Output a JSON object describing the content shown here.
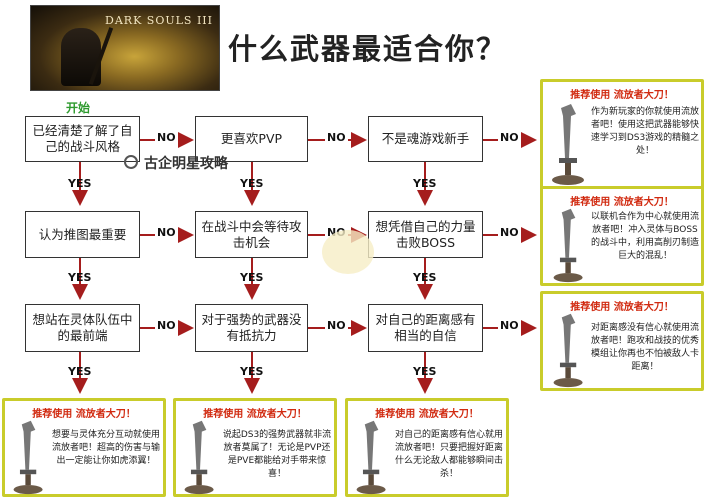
{
  "banner": {
    "logo": "DARK SOULS III"
  },
  "title": "什么武器最适合你？",
  "start_label": "开始",
  "watermark": "古企明星攻略",
  "colors": {
    "arrow": "#a51d1d",
    "card_border": "#c9cc2b",
    "rec_text": "#d12a10",
    "start": "#2e9a2e"
  },
  "nodes": {
    "r1c1": "已经清楚了解了自己的战斗风格",
    "r1c2": "更喜欢PVP",
    "r1c3": "不是魂游戏新手",
    "r2c1": "认为推图最重要",
    "r2c2": "在战斗中会等待攻击机会",
    "r2c3": "想凭借自己的力量击败BOSS",
    "r3c1": "想站在灵体队伍中的最前端",
    "r3c2": "对于强势的武器没有抵抗力",
    "r3c3": "对自己的距离感有相当的自信"
  },
  "edge_labels": {
    "no": "NO",
    "yes": "YES"
  },
  "cards": [
    {
      "rec": "推荐使用 流放者大刀！",
      "desc": "作为新玩家的你就使用流放者吧！使用这把武器能够快速学习到DS3游戏的精髓之处！"
    },
    {
      "rec": "推荐使用 流放者大刀！",
      "desc": "以联机合作为中心就使用流放者吧！冲入灵体与BOSS的战斗中，利用高削刃制造巨大的混乱！"
    },
    {
      "rec": "推荐使用 流放者大刀！",
      "desc": "对距离感没有信心就使用流放者吧！跑攻和战技的优秀模组让你再也不怕被敌人卡距离！"
    },
    {
      "rec": "推荐使用 流放者大刀！",
      "desc": "想要与灵体充分互动就使用流放者吧！超高的伤害与输出一定能让你如虎添翼！"
    },
    {
      "rec": "推荐使用 流放者大刀！",
      "desc": "说起DS3的强势武器就非流放者莫属了！无论是PVP还是PVE都能给对手带来惊喜！"
    },
    {
      "rec": "推荐使用 流放者大刀！",
      "desc": "对自己的距离感有信心就用流放者吧！只要把握好距离什么无论敌人都能够瞬间击杀！"
    }
  ]
}
